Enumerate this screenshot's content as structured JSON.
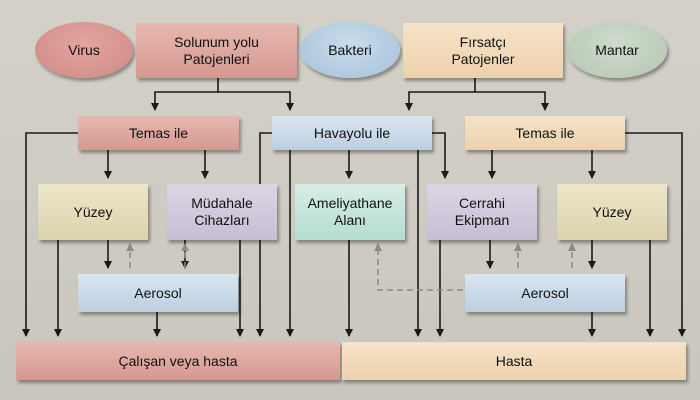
{
  "nodes": {
    "virus": "Virus",
    "respiratory": "Solunum yolu\nPatojenleri",
    "bacteria": "Bakteri",
    "opportunistic": "Fırsatçı\nPatojenler",
    "fungus": "Mantar",
    "contact_left": "Temas ile",
    "airborne": "Havayolu ile",
    "contact_right": "Temas ile",
    "surface_left": "Yüzey",
    "devices": "Müdahale\nCihazları",
    "surgery_area": "Ameliyathane\nAlanı",
    "surgical_equipment": "Cerrahi\nEkipman",
    "surface_right": "Yüzey",
    "aerosol_left": "Aerosol",
    "aerosol_right": "Aerosol",
    "worker_or_patient": "Çalışan veya hasta",
    "patient": "Hasta"
  },
  "colors": {
    "background": "#cdcac2",
    "pink": "#dea69e",
    "peach": "#f2dcbe",
    "blue": "#c9dae8",
    "khaki": "#e4dcbb",
    "lavender": "#d1cadb",
    "mint": "#c6e5dc",
    "arrow": "#1a1a1a",
    "dashed_arrow": "#8a8a8a"
  }
}
